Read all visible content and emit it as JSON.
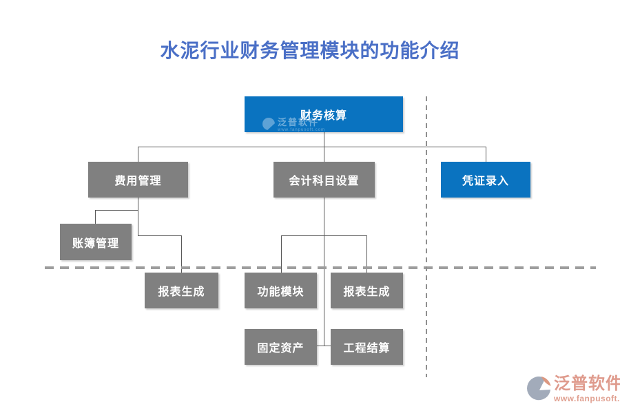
{
  "page": {
    "title": "水泥行业财务管理模块的功能介绍"
  },
  "diagram": {
    "nodes": [
      {
        "label": "财务核算",
        "variant": "blue"
      },
      {
        "label": "费用管理",
        "variant": "gray"
      },
      {
        "label": "会计科目设置",
        "variant": "gray"
      },
      {
        "label": "凭证录入",
        "variant": "blue"
      },
      {
        "label": "账簿管理",
        "variant": "gray"
      },
      {
        "label": "报表生成",
        "variant": "gray"
      },
      {
        "label": "功能模块",
        "variant": "gray"
      },
      {
        "label": "报表生成",
        "variant": "gray"
      },
      {
        "label": "固定资产",
        "variant": "gray"
      },
      {
        "label": "工程结算",
        "variant": "gray"
      }
    ]
  },
  "watermark": {
    "brand": "泛普软件",
    "url": "www.fanpusoft.com"
  },
  "colors": {
    "title": "#4a6fc6",
    "box_blue": "#0a73c0",
    "box_gray": "#808080",
    "connector": "#595959",
    "dashed_line": "#9d9d9d",
    "watermark_text": "#dc9181"
  }
}
